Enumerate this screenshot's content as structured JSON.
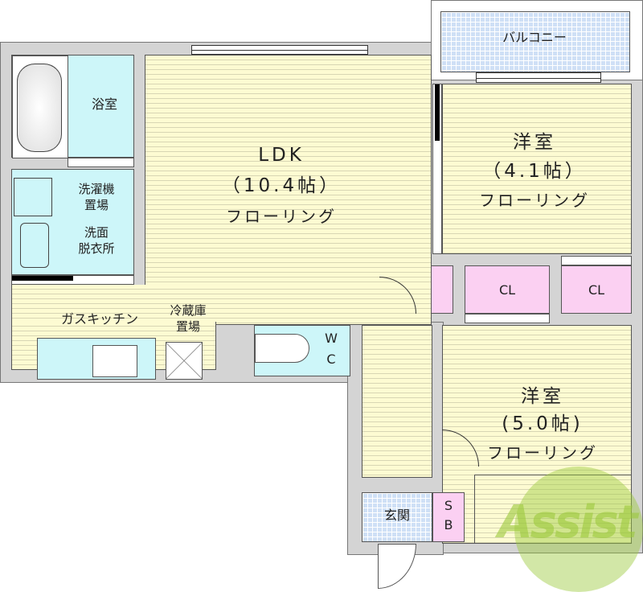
{
  "floorplan": {
    "rooms": {
      "bath": {
        "label": "浴室"
      },
      "washroom": {
        "label1": "洗濯機",
        "label2": "置場",
        "label3": "洗面",
        "label4": "脱衣所"
      },
      "ldk": {
        "name": "LDK",
        "size": "（10.4帖）",
        "floor": "フローリング"
      },
      "balcony": {
        "label": "バルコニー"
      },
      "western1": {
        "name": "洋室",
        "size": "（4.1帖）",
        "floor": "フローリング"
      },
      "closet1": {
        "label": "CL"
      },
      "closet2": {
        "label": "CL"
      },
      "kitchen": {
        "label": "ガスキッチン"
      },
      "fridge": {
        "label1": "冷蔵庫",
        "label2": "置場"
      },
      "wc": {
        "label1": "W",
        "label2": "C"
      },
      "western2": {
        "name": "洋室",
        "size": "(5.0帖)",
        "floor": "フローリング"
      },
      "entrance": {
        "label": "玄関"
      },
      "shoebox": {
        "label1": "S",
        "label2": "B"
      }
    },
    "watermark": {
      "text": "Assist",
      "color": "#9cc93c"
    },
    "colors": {
      "flooring": "#fdfbd2",
      "wet_area": "#cdf6f9",
      "storage": "#fbd0f2",
      "tile": "#cfe0f6",
      "wall": "#d4d4d4"
    }
  }
}
